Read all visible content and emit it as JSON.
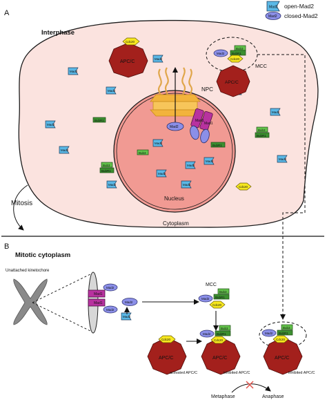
{
  "legend": {
    "open_label": "open-Mad2",
    "closed_label": "closed-Mad2",
    "open_icon_text": "Mad2",
    "closed_icon_text": "Mad2"
  },
  "panel_a": {
    "letter": "A",
    "title": "Interphase",
    "npc_label": "NPC",
    "mcc_label": "MCC",
    "nucleus_label": "Nucleus",
    "cytoplasm_label": "Cytoplasm",
    "mitosis_label": "Mitosis",
    "apcc_label": "APC/C",
    "cdc20_label": "Cdc20",
    "mad2_label": "Mad2",
    "bub3_label": "Bub3",
    "bubr1_label": "BubR1",
    "mad1_label": "Mad1"
  },
  "panel_b": {
    "letter": "B",
    "title": "Mitotic cytoplasm",
    "kinetochore_label": "Unattached kinetochore",
    "mcc_label": "MCC",
    "activated_label": "activated APC/C",
    "inhibited_label": "inhibited APC/C",
    "inhibited_label_right": "inhibited APC/C",
    "metaphase_label": "Metaphase",
    "anaphase_label": "Anaphase"
  },
  "colors": {
    "cell_fill": "#fbe3df",
    "nucleus_fill": "#f19a93",
    "apcc_fill": "#a3201c",
    "mad2_open": "#5bb8e6",
    "mad2_closed": "#8b8fe8",
    "bub_green": "#62c24a",
    "cdc20_yellow": "#f7e81f",
    "mad1_magenta": "#b8329f",
    "npc_orange": "#f2b33c",
    "block_x": "#e0524a"
  }
}
